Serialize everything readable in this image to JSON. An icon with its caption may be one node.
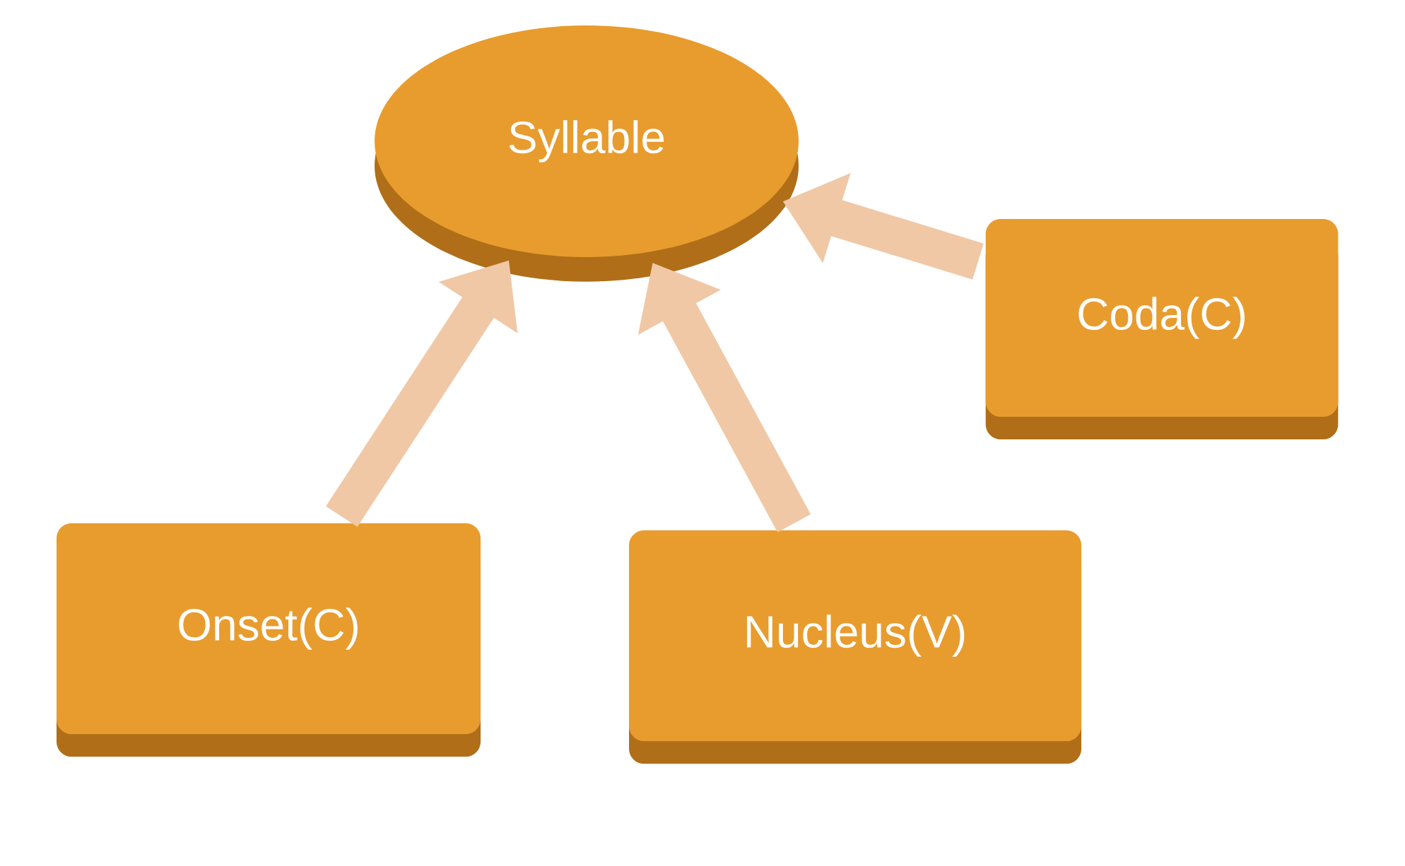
{
  "diagram": {
    "nodes": [
      {
        "text": [
          "Syllable"
        ]
      },
      {
        "text": [
          "Coda(C)"
        ]
      },
      {
        "text": [
          "Onset(C)"
        ]
      },
      {
        "text": [
          "Nucleus(V)"
        ]
      }
    ],
    "edges": [
      {
        "from": 2,
        "to": 0,
        "arrow": "to"
      },
      {
        "from": 3,
        "to": 0,
        "arrow": "to"
      },
      {
        "from": 1,
        "to": 0,
        "arrow": "to"
      }
    ]
  }
}
